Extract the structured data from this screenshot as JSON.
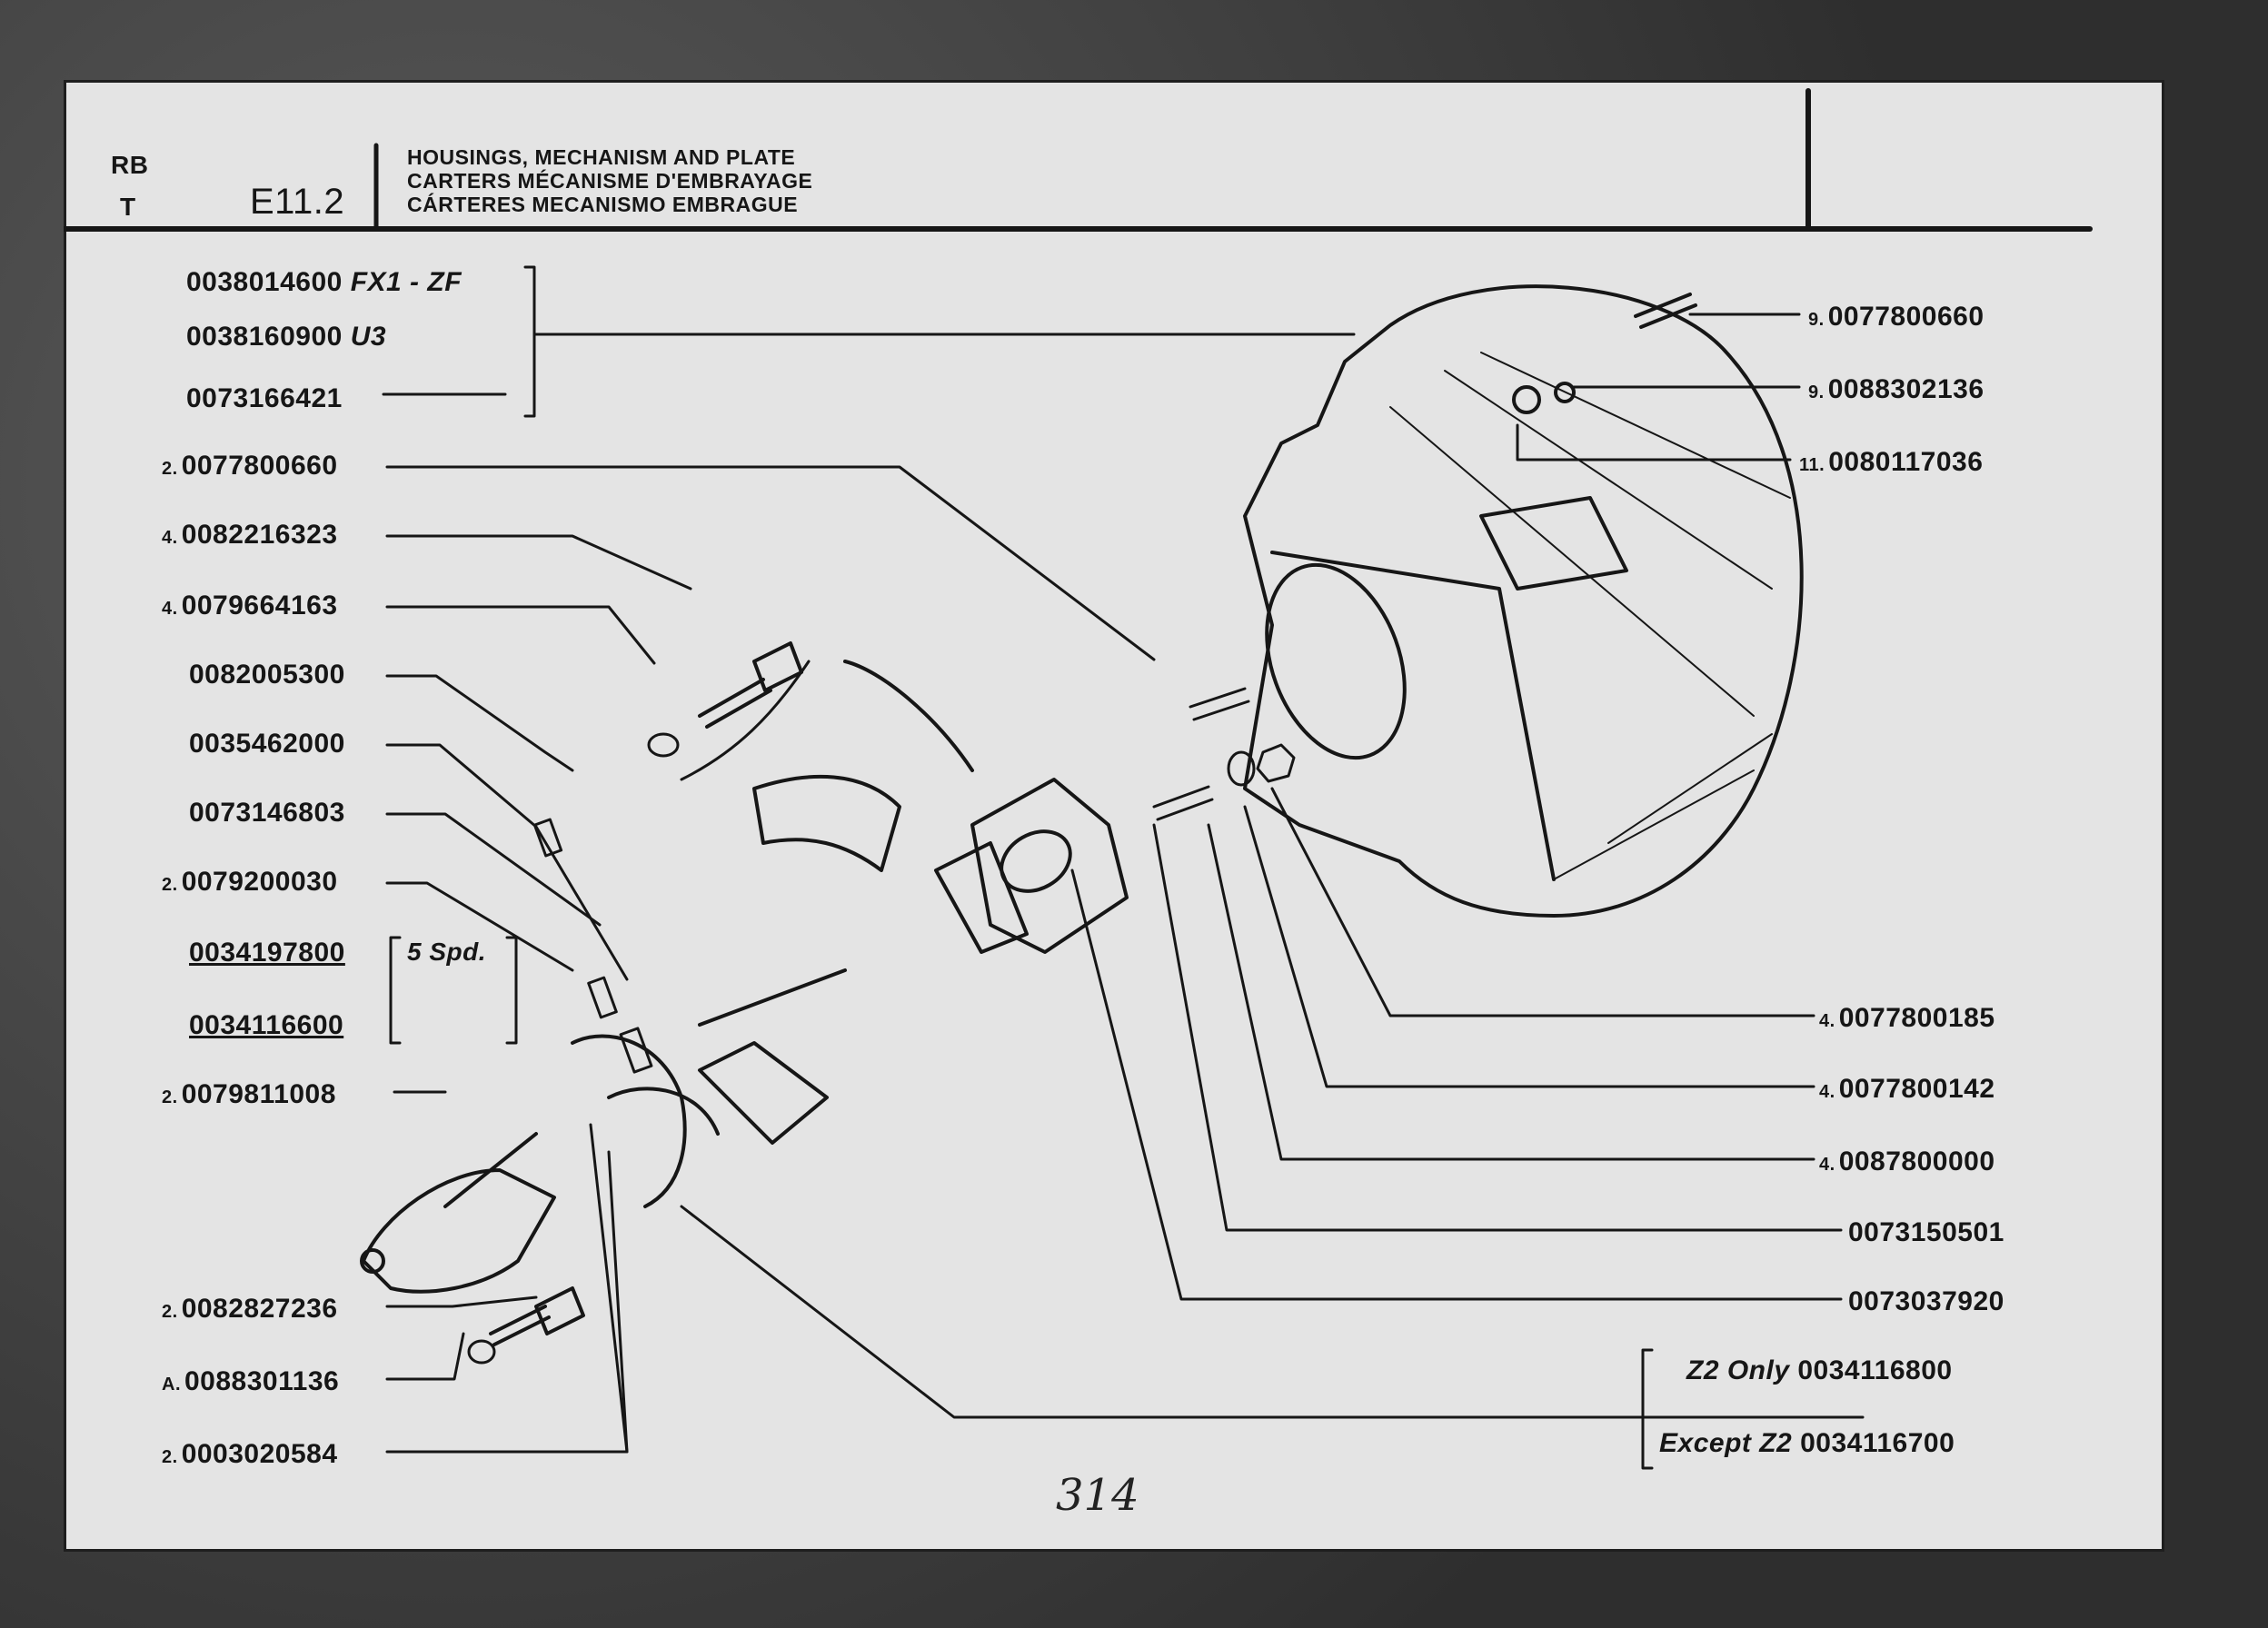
{
  "header": {
    "source_codes": [
      "RB",
      "T"
    ],
    "section": "E11.2",
    "titles": [
      "HOUSINGS, MECHANISM AND PLATE",
      "CARTERS MÉCANISME D'EMBRAYAGE",
      "CÁRTERES MECANISMO EMBRAGUE"
    ]
  },
  "housing_group": [
    {
      "part": "0038014600",
      "note": "FX1 - ZF"
    },
    {
      "part": "0038160900",
      "note": "U3"
    },
    {
      "part": "0073166421",
      "note": ""
    }
  ],
  "left_parts": [
    {
      "qty": "2.",
      "part": "0077800660",
      "underline": false
    },
    {
      "qty": "4.",
      "part": "0082216323",
      "underline": false
    },
    {
      "qty": "4.",
      "part": "0079664163",
      "underline": false
    },
    {
      "qty": "",
      "part": "0082005300",
      "underline": false
    },
    {
      "qty": "",
      "part": "0035462000",
      "underline": false
    },
    {
      "qty": "",
      "part": "0073146803",
      "underline": false
    },
    {
      "qty": "2.",
      "part": "0079200030",
      "underline": false
    },
    {
      "qty": "",
      "part": "0034197800",
      "underline": true
    },
    {
      "qty": "",
      "part": "0034116600",
      "underline": true
    },
    {
      "qty": "2.",
      "part": "0079811008",
      "underline": false
    },
    {
      "qty": "2.",
      "part": "0082827236",
      "underline": false
    },
    {
      "qty": "A.",
      "part": "0088301136",
      "underline": false
    },
    {
      "qty": "2.",
      "part": "0003020584",
      "underline": false
    }
  ],
  "speed_note": "5 Spd.",
  "right_parts": [
    {
      "qty": "9.",
      "part": "0077800660"
    },
    {
      "qty": "9.",
      "part": "0088302136"
    },
    {
      "qty": "11.",
      "part": "0080117036"
    },
    {
      "qty": "4.",
      "part": "0077800185"
    },
    {
      "qty": "4.",
      "part": "0077800142"
    },
    {
      "qty": "4.",
      "part": "0087800000"
    },
    {
      "qty": "",
      "part": "0073150501"
    },
    {
      "qty": "",
      "part": "0073037920"
    }
  ],
  "variant_parts": [
    {
      "condition": "Z2 Only",
      "part": "0034116800"
    },
    {
      "condition": "Except Z2",
      "part": "0034116700"
    }
  ],
  "page_number": "314",
  "colors": {
    "paper": "#e4e4e4",
    "ink": "#161616",
    "background": "#333333"
  }
}
